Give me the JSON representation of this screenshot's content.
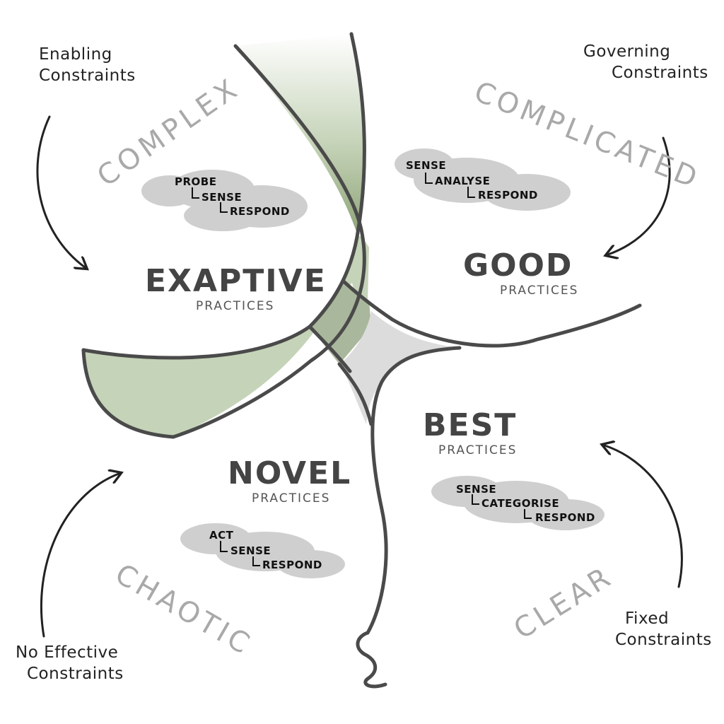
{
  "constraints": {
    "enabling_line1": "Enabling",
    "enabling_line2": "Constraints",
    "governing_line1": "Governing",
    "governing_line2": "Constraints",
    "fixed_line1": "Fixed",
    "fixed_line2": "Constraints",
    "none_line1": "No Effective",
    "none_line2": "Constraints"
  },
  "domains": {
    "complex": "COMPLEX",
    "complicated": "COMPLICATED",
    "chaotic": "CHAOTIC",
    "clear": "CLEAR"
  },
  "practices": {
    "exaptive": {
      "name": "EXAPTIVE",
      "sub": "PRACTICES"
    },
    "good": {
      "name": "GOOD",
      "sub": "PRACTICES"
    },
    "best": {
      "name": "BEST",
      "sub": "PRACTICES"
    },
    "novel": {
      "name": "NOVEL",
      "sub": "PRACTICES"
    }
  },
  "steps": {
    "complex": [
      "PROBE",
      "SENSE",
      "RESPOND"
    ],
    "complicated": [
      "SENSE",
      "ANALYSE",
      "RESPOND"
    ],
    "clear": [
      "SENSE",
      "CATEGORISE",
      "RESPOND"
    ],
    "chaotic": [
      "ACT",
      "SENSE",
      "RESPOND"
    ]
  },
  "colors": {
    "line": "#4a4a4a",
    "green_fill": "#c5d3b8",
    "green_dark": "#a9b79c",
    "center_fill": "#dcdcdc",
    "cloud": "#cfcfcf",
    "domain_text": "#a9a9a9"
  }
}
